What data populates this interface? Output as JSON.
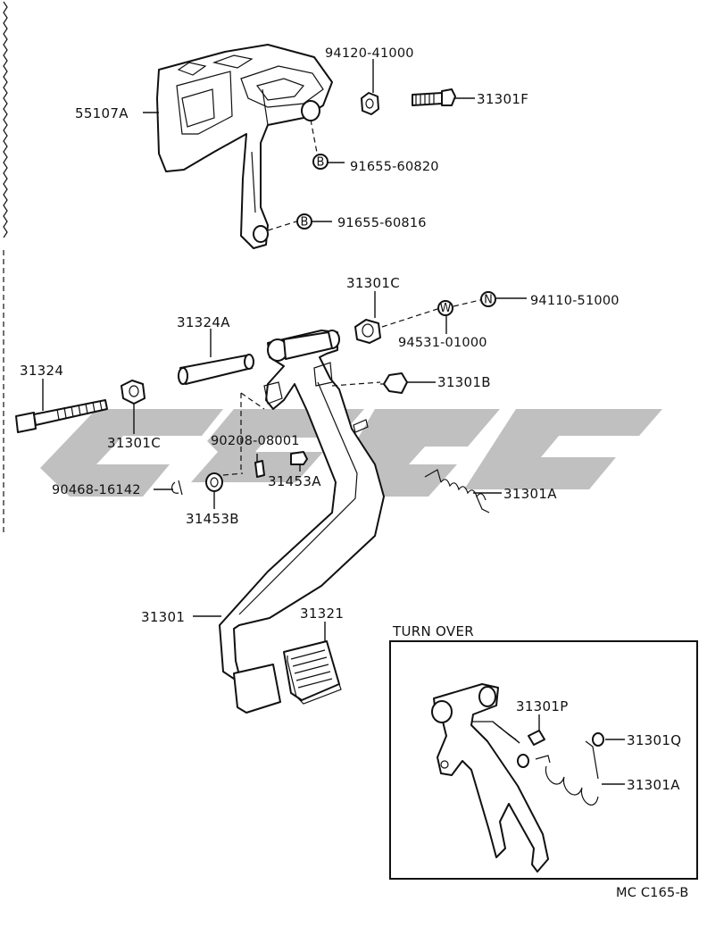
{
  "diagram": {
    "parts": {
      "bracket": "55107A",
      "nut_top": "94120-41000",
      "bolt_top": "31301F",
      "bushing_b1": "91655-60820",
      "bushing_b2": "91655-60816",
      "collar_right": "31301C",
      "nut_n": "94110-51000",
      "washer_w": "94531-01000",
      "sleeve": "31324A",
      "pivot_bolt": "31324",
      "bushing_left": "31301C",
      "stopper": "31301B",
      "clip_pin": "90208-08001",
      "cushion": "31453A",
      "clip": "90468-16142",
      "cushion_b": "31453B",
      "return_spring": "31301A",
      "pedal_lever": "31301",
      "pedal_pad": "31321"
    },
    "circle_marks": {
      "b": "B",
      "w": "W",
      "n": "N"
    },
    "inset": {
      "title": "TURN OVER",
      "part_p": "31301P",
      "part_q": "31301Q",
      "part_a": "31301A"
    },
    "code": "MC C165-B"
  }
}
